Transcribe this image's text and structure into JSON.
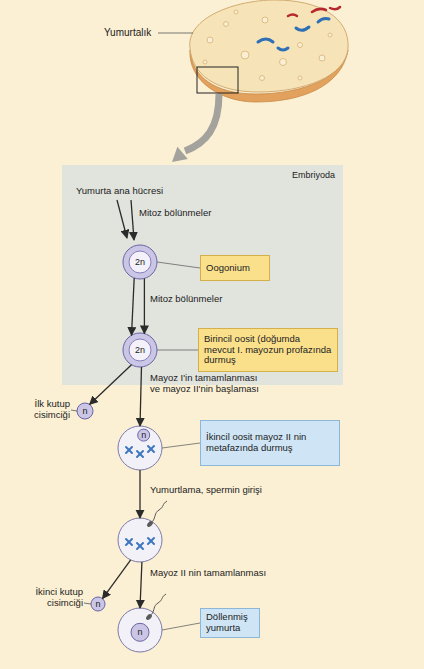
{
  "diagram": {
    "nodes": [
      {
        "text": [
          "Embriyoda"
        ]
      },
      {
        "text": [
          "2n"
        ],
        "in": 0
      },
      {
        "text": [
          "Oogonium"
        ],
        "in": 0
      },
      {
        "text": [
          "2n"
        ],
        "in": 0
      },
      {
        "text": [
          "Birincil oosit (doğumda mevcut I. mayozun profazında durmuş"
        ],
        "in": 0
      },
      {
        "text": [
          "n"
        ]
      },
      {
        "text": [
          "n"
        ]
      },
      {
        "text": [
          "İkincil oosit mayoz II nin metafazında durmuş"
        ]
      },
      {
        "text": []
      },
      {
        "text": [
          "n"
        ]
      },
      {
        "text": [
          "n"
        ]
      },
      {
        "text": [
          "Döllenmiş yumurta"
        ]
      }
    ],
    "edges": [
      {
        "from": 1,
        "to": 3,
        "arrow": "to",
        "label": "Mitoz bölünmeler"
      },
      {
        "from": 1,
        "to": 2,
        "arrow": "none"
      },
      {
        "from": 3,
        "to": 4,
        "arrow": "none"
      },
      {
        "from": 3,
        "to": 5,
        "arrow": "to"
      },
      {
        "from": 3,
        "to": 6,
        "arrow": "to",
        "label": "Mayoz I'in tamamlanması ve mayoz II'nin başlaması"
      },
      {
        "from": 6,
        "to": 7,
        "arrow": "none"
      },
      {
        "from": 6,
        "to": 8,
        "arrow": "to",
        "label": "Yumurtlama, spermin girişi"
      },
      {
        "from": 8,
        "to": 9,
        "arrow": "to"
      },
      {
        "from": 8,
        "to": 10,
        "arrow": "to",
        "label": "Mayoz II nin tamamlanması"
      },
      {
        "from": 10,
        "to": 11,
        "arrow": "none"
      }
    ],
    "labels": [
      "Yumurtalık",
      "Yumurta ana hücresi",
      "Mitoz bölünmeler",
      "İlk kutup cisimciği",
      "İkinci kutup cisimciği"
    ]
  }
}
